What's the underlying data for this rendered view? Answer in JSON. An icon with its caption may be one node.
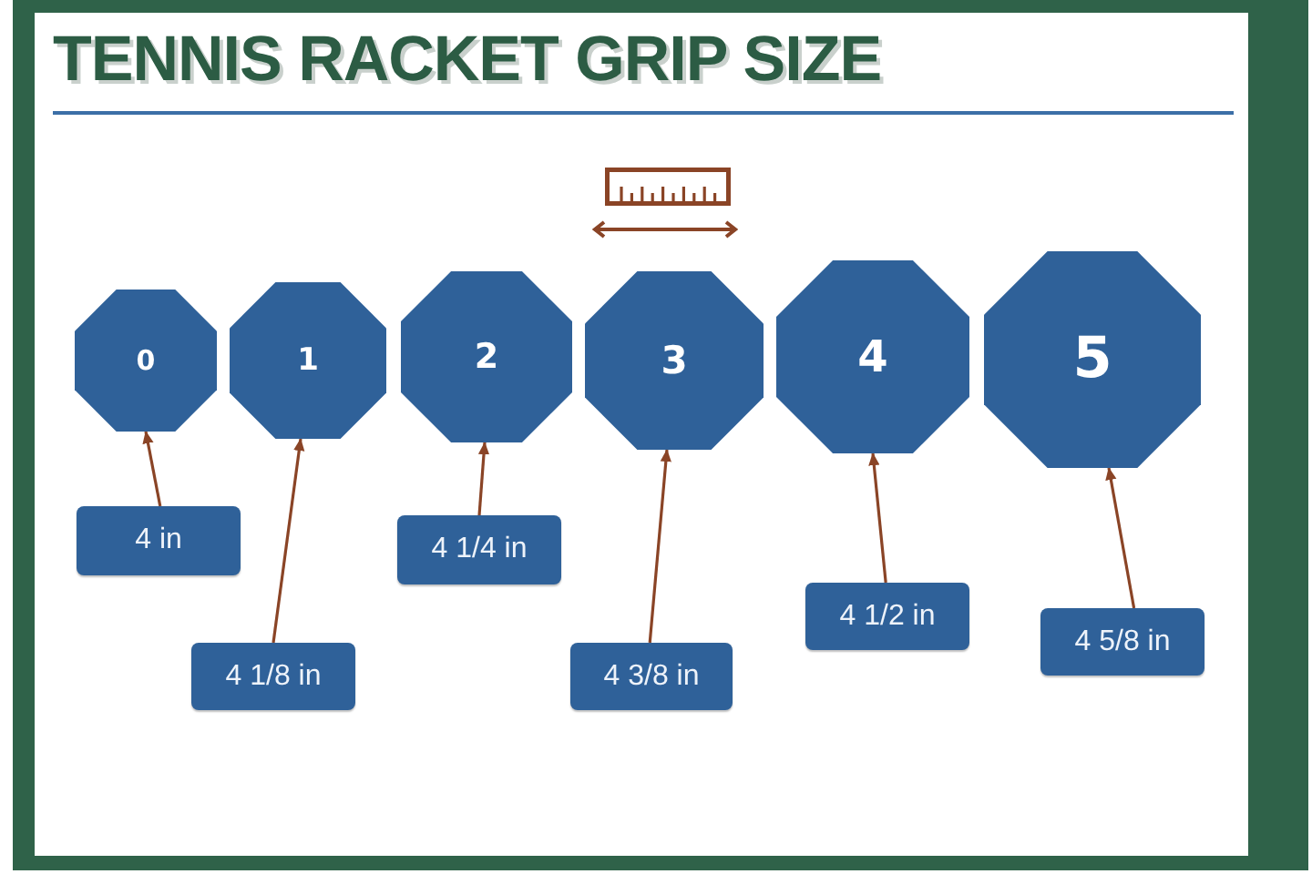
{
  "diagram": {
    "title": "TENNIS RACKET GRIP SIZE",
    "nodes": [
      {
        "text": [
          "0"
        ]
      },
      {
        "text": [
          "1"
        ]
      },
      {
        "text": [
          "2"
        ]
      },
      {
        "text": [
          "3"
        ]
      },
      {
        "text": [
          "4"
        ]
      },
      {
        "text": [
          "5"
        ]
      },
      {
        "text": [
          "4 in"
        ]
      },
      {
        "text": [
          "4 1/8 in"
        ]
      },
      {
        "text": [
          "4 1/4 in"
        ]
      },
      {
        "text": [
          "4 3/8 in"
        ]
      },
      {
        "text": [
          "4 1/2 in"
        ]
      },
      {
        "text": [
          "4 5/8 in"
        ]
      }
    ],
    "edges": [
      {
        "from": 6,
        "to": 0,
        "arrow": "to"
      },
      {
        "from": 7,
        "to": 1,
        "arrow": "to"
      },
      {
        "from": 8,
        "to": 2,
        "arrow": "to"
      },
      {
        "from": 9,
        "to": 3,
        "arrow": "to"
      },
      {
        "from": 10,
        "to": 4,
        "arrow": "to"
      },
      {
        "from": 11,
        "to": 5,
        "arrow": "to"
      }
    ]
  }
}
